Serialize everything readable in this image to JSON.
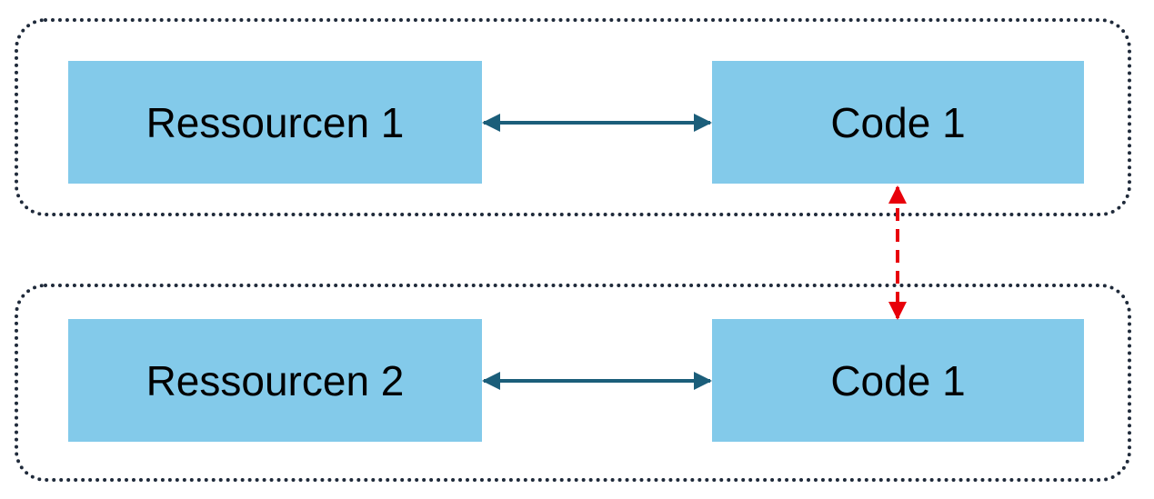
{
  "diagram": {
    "groups": [
      {
        "nodes": {
          "resource": {
            "label": "Ressourcen 1"
          },
          "code": {
            "label": "Code 1"
          }
        }
      },
      {
        "nodes": {
          "resource": {
            "label": "Ressourcen 2"
          },
          "code": {
            "label": "Code 1"
          }
        }
      }
    ],
    "colors": {
      "node_fill": "#83caea",
      "group_border": "#1f2a3a",
      "link_solid": "#1b5e7a",
      "link_dashed": "#e8000a"
    }
  }
}
